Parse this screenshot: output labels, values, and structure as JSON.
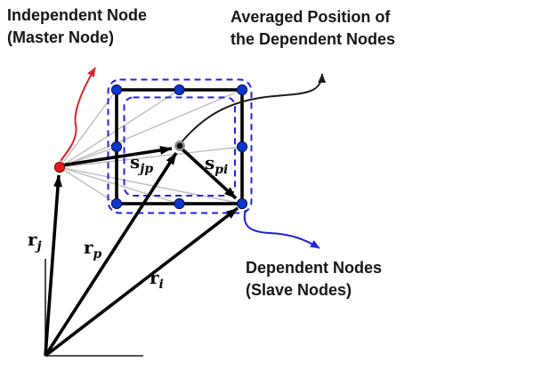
{
  "figure": {
    "annotations": {
      "independent": {
        "line1": "Independent Node",
        "line2": "(Master Node)"
      },
      "averaged": {
        "line1": "Averaged Position of",
        "line2": "the Dependent Nodes"
      },
      "dependent": {
        "line1": "Dependent Nodes",
        "line2": "(Slave Nodes)"
      }
    },
    "vector_labels": {
      "rj": {
        "base": "r",
        "sub": "j"
      },
      "rp": {
        "base": "r",
        "sub": "p"
      },
      "ri": {
        "base": "r",
        "sub": "i"
      },
      "sjp": {
        "base": "s",
        "sub": "jp"
      },
      "spi": {
        "base": "s",
        "sub": "pi"
      }
    },
    "colors": {
      "master_node": "#e01b1b",
      "dependent_node": "#0d35cb",
      "averaged_node_core": "#101010",
      "averaged_node_ring": "#8b8b8b",
      "dashed_boundary": "#2121e8",
      "connection_line_gray": "#bdbdbd",
      "vector_black": "#000000",
      "annotation_arrow_red": "#e02222",
      "annotation_arrow_blue": "#2121dd",
      "annotation_arrow_black": "#1c1c1c"
    }
  }
}
